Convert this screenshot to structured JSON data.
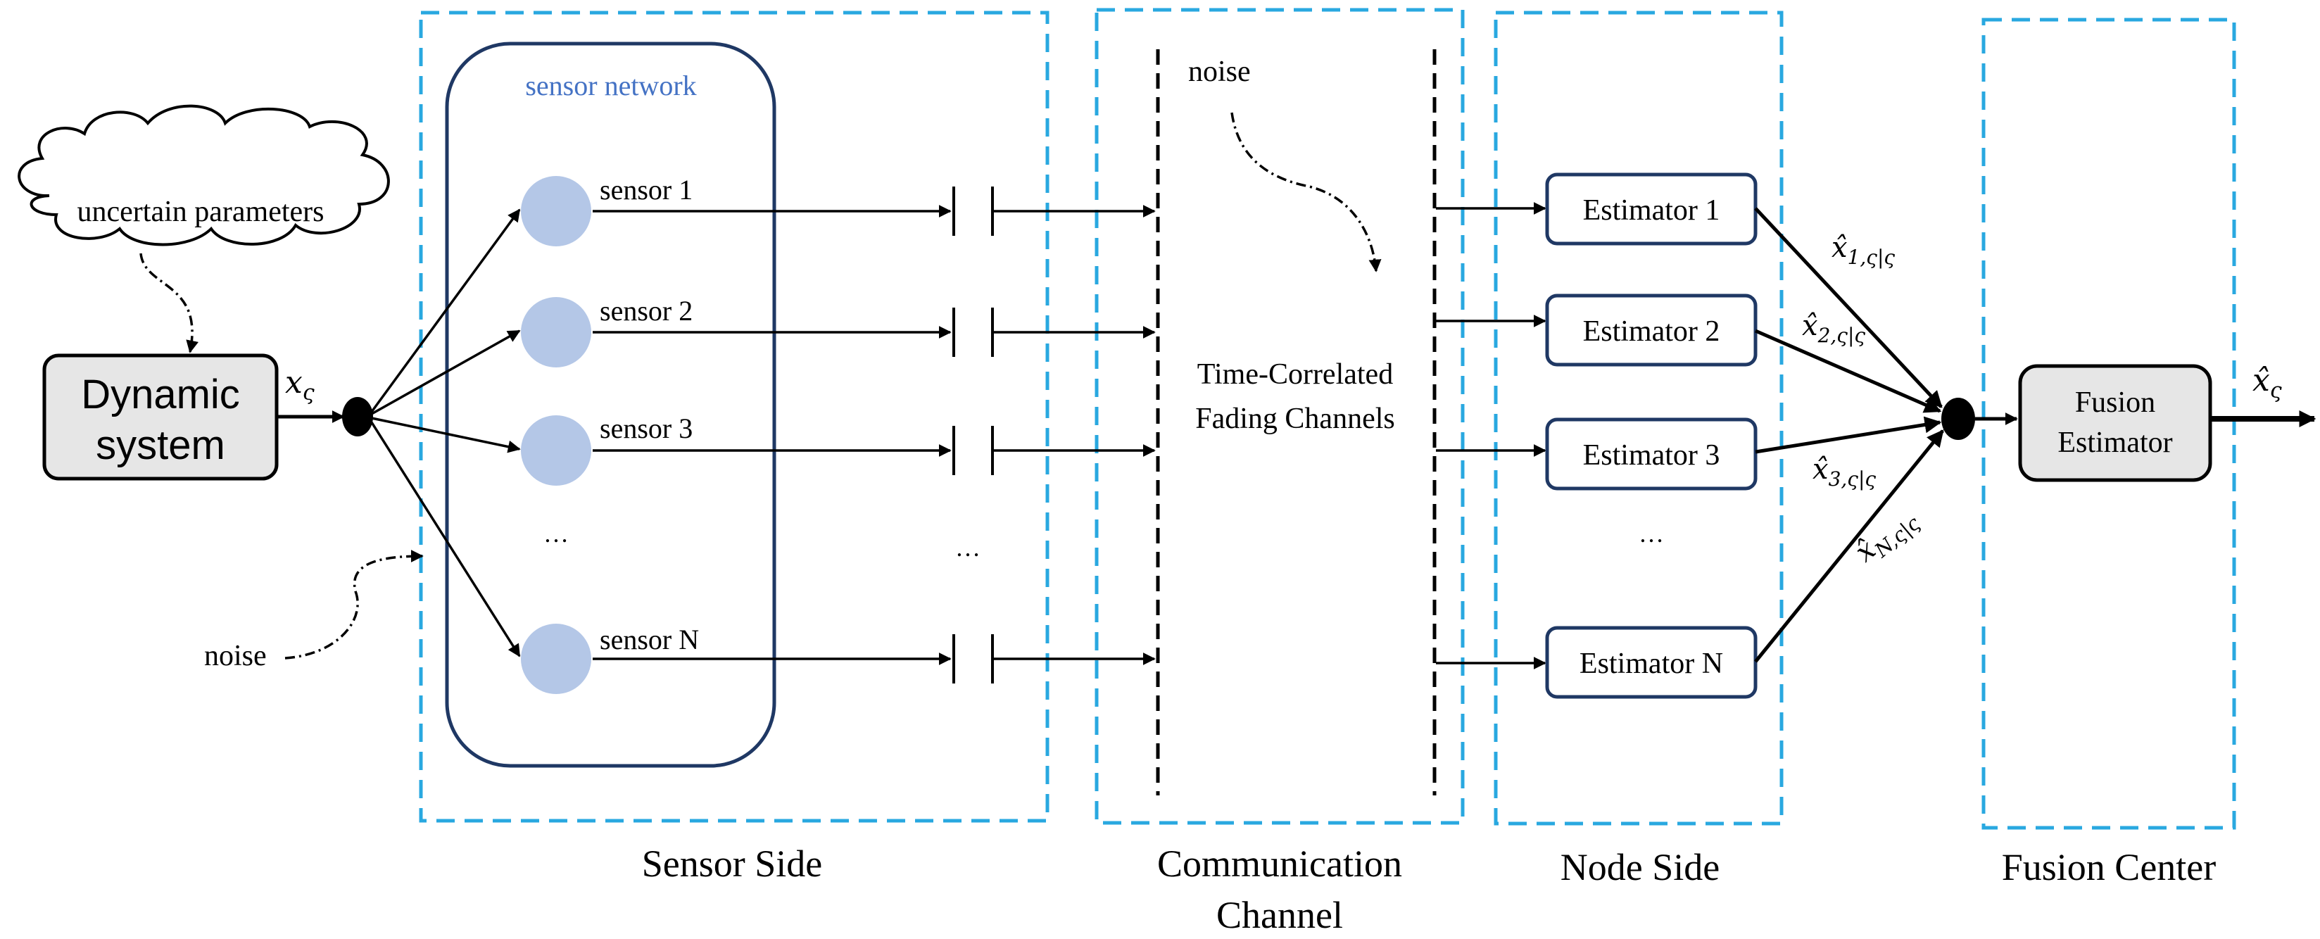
{
  "labels": {
    "uncertain_params": "uncertain parameters",
    "dynamic_system_line1": "Dynamic",
    "dynamic_system_line2": "system",
    "state_symbol": "x",
    "state_subscript": "ς",
    "noise_sensor": "noise",
    "noise_channel": "noise",
    "sensor_network": "sensor network",
    "channel_line1": "Time-Correlated",
    "channel_line2": "Fading Channels",
    "fusion_line1": "Fusion",
    "fusion_line2": "Estimator",
    "fusion_out_symbol": "x̂",
    "fusion_out_subscript": "ς",
    "ellipsis_sensors": "…",
    "ellipsis_channel": "…",
    "ellipsis_estimators": "…"
  },
  "sections": {
    "sensor_side": "Sensor Side",
    "comm_line1": "Communication",
    "comm_line2": "Channel",
    "node_side": "Node Side",
    "fusion_center": "Fusion Center"
  },
  "sensors": [
    {
      "label": "sensor 1"
    },
    {
      "label": "sensor 2"
    },
    {
      "label": "sensor 3"
    },
    {
      "label": "sensor N"
    }
  ],
  "estimators": [
    {
      "label": "Estimator 1",
      "est_symbol": "x̂",
      "est_sub": "1,ς|ς"
    },
    {
      "label": "Estimator 2",
      "est_symbol": "x̂",
      "est_sub": "2,ς|ς"
    },
    {
      "label": "Estimator 3",
      "est_symbol": "x̂",
      "est_sub": "3,ς|ς"
    },
    {
      "label": "Estimator N",
      "est_symbol": "x̂",
      "est_sub": "N,ς|ς"
    }
  ],
  "colors": {
    "section_border": "#29a8e0",
    "sensor_fill": "#b4c7e7",
    "sensor_network_border": "#1f3864",
    "sensor_network_label": "#4472c4",
    "estimator_border": "#1f3864",
    "gray_box_fill": "#e6e6e6",
    "line": "#000000"
  }
}
